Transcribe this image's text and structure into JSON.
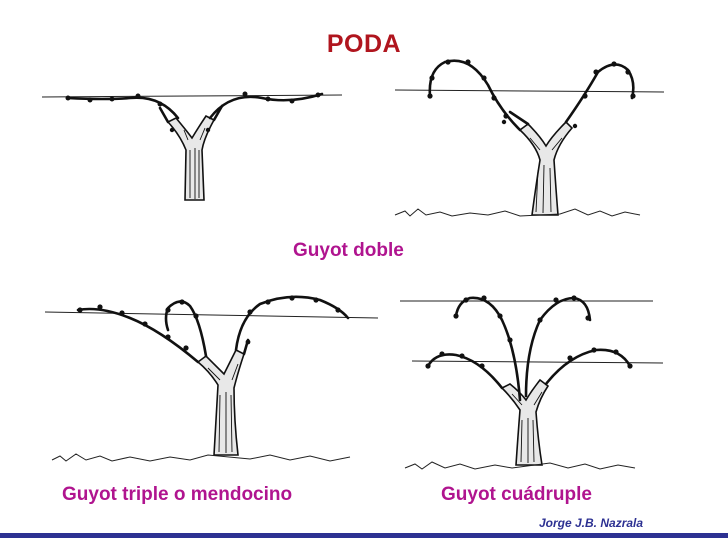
{
  "title": "PODA",
  "captions": {
    "guyot_doble": "Guyot doble",
    "guyot_triple": "Guyot triple o mendocino",
    "guyot_cuadruple": "Guyot cuádruple"
  },
  "author": "Jorge J.B. Nazrala",
  "colors": {
    "title": "#b0151e",
    "caption": "#b0148f",
    "bar": "#2d3192"
  }
}
